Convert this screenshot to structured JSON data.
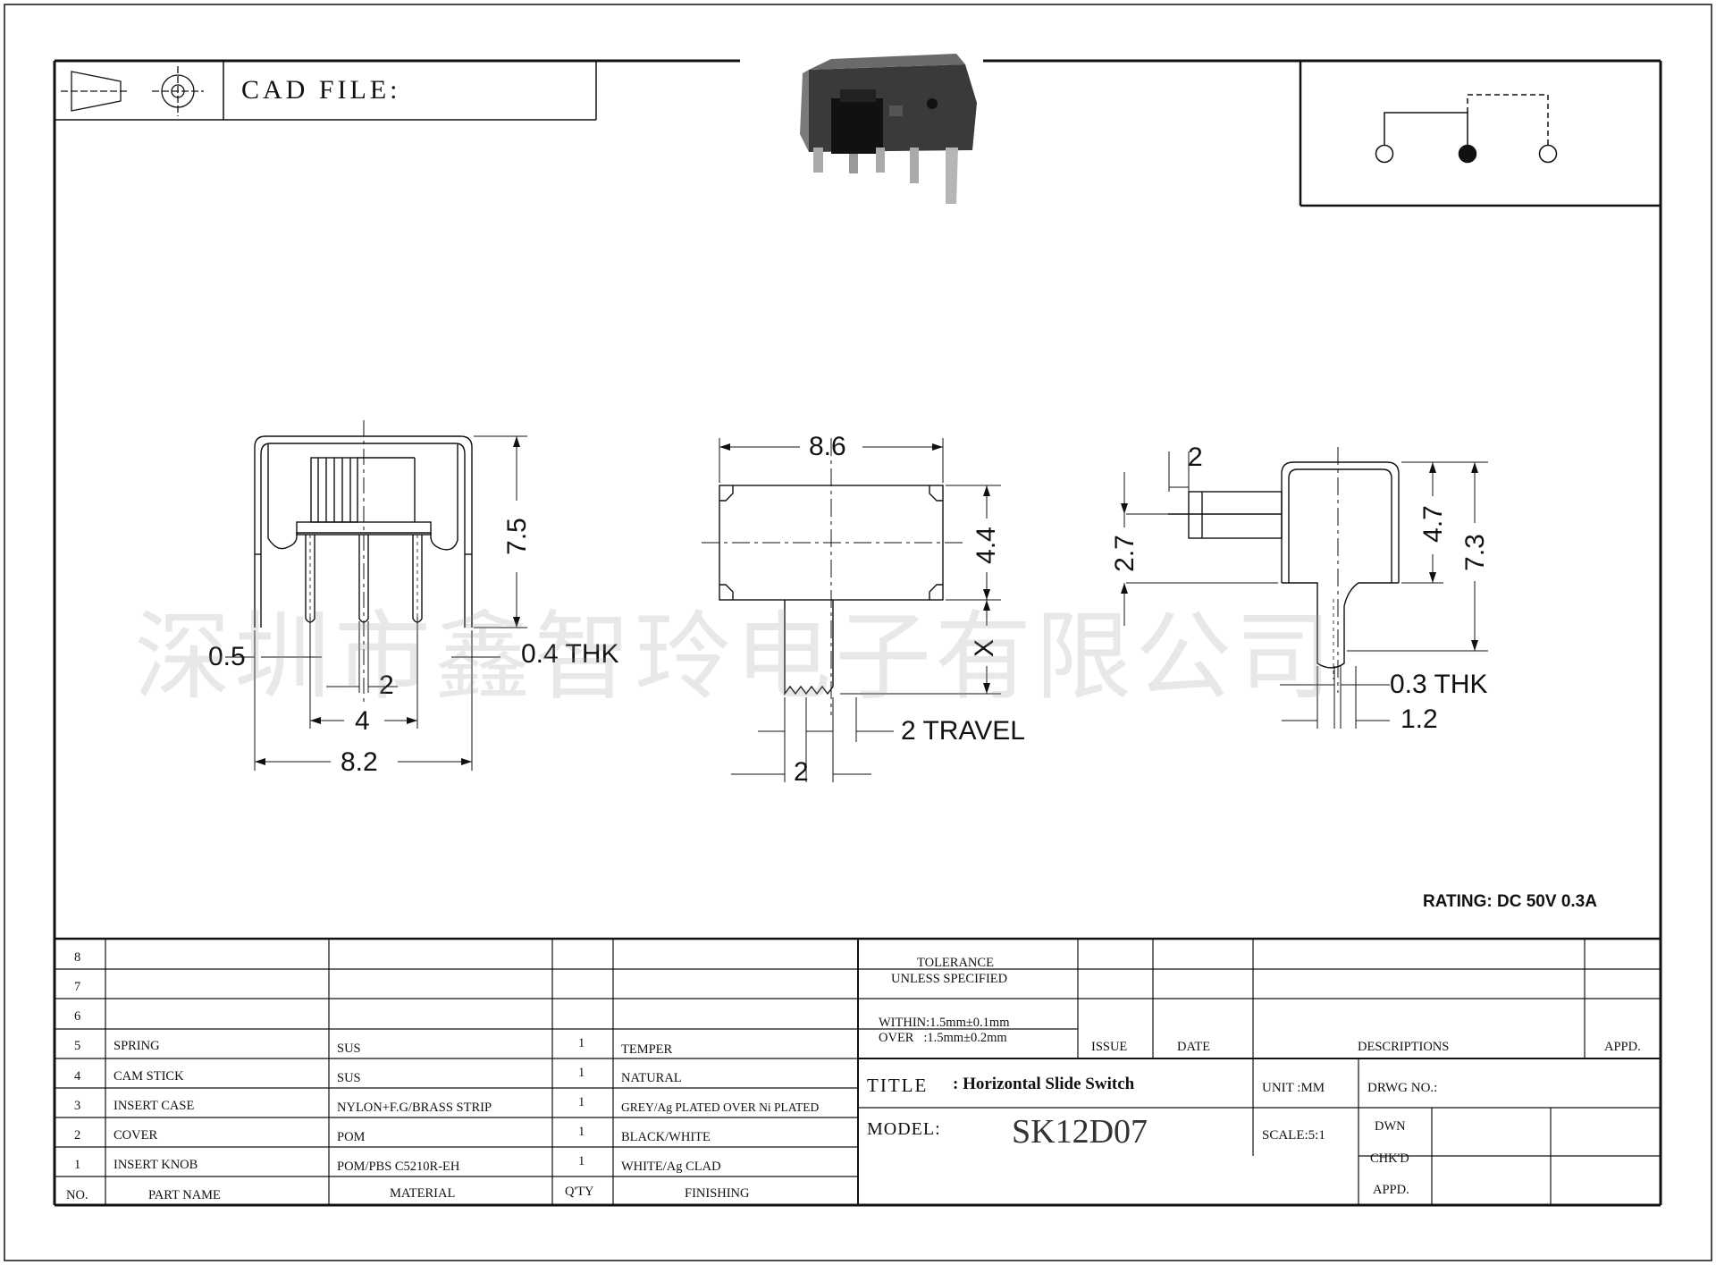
{
  "header": {
    "cad_file_label": "CAD FILE:"
  },
  "dimensions": {
    "front_view": {
      "d1": "0.5",
      "d2": "0.4 THK",
      "d3": "2",
      "d4": "4",
      "d5": "8.2",
      "d6": "7.5"
    },
    "top_view": {
      "d1": "8.6",
      "d2": "4.4",
      "d3": "X",
      "d4": "2 TRAVEL",
      "d5": "2"
    },
    "side_view": {
      "d1": "2",
      "d2": "2.7",
      "d3": "4.7",
      "d4": "7.3",
      "d5": "0.3 THK",
      "d6": "1.2"
    }
  },
  "watermark": "深圳市鑫智玲电子有限公司",
  "rating": "RATING: DC 50V 0.3A",
  "bom": {
    "rows": [
      {
        "no": "8",
        "part": "",
        "material": "",
        "qty": "",
        "finishing": ""
      },
      {
        "no": "7",
        "part": "",
        "material": "",
        "qty": "",
        "finishing": ""
      },
      {
        "no": "6",
        "part": "",
        "material": "",
        "qty": "",
        "finishing": ""
      },
      {
        "no": "5",
        "part": "SPRING",
        "material": "SUS",
        "qty": "1",
        "finishing": "TEMPER"
      },
      {
        "no": "4",
        "part": "CAM  STICK",
        "material": "SUS",
        "qty": "1",
        "finishing": "NATURAL"
      },
      {
        "no": "3",
        "part": "INSERT CASE",
        "material": "NYLON+F.G/BRASS STRIP",
        "qty": "1",
        "finishing": "GREY/Ag PLATED OVER Ni PLATED"
      },
      {
        "no": "2",
        "part": "COVER",
        "material": "POM",
        "qty": "1",
        "finishing": "BLACK/WHITE"
      },
      {
        "no": "1",
        "part": "INSERT KNOB",
        "material": "POM/PBS C5210R-EH",
        "qty": "1",
        "finishing": "WHITE/Ag CLAD"
      }
    ],
    "headers": {
      "no": "NO.",
      "part": "PART    NAME",
      "material": "MATERIAL",
      "qty": "Q'TY",
      "finishing": "FINISHING"
    }
  },
  "tolerance": {
    "line1": "TOLERANCE",
    "line2": "UNLESS  SPECIFIED",
    "within": "WITHIN:1.5mm±0.1mm",
    "over": "OVER   :1.5mm±0.2mm"
  },
  "revision": {
    "issue": "ISSUE",
    "date": "DATE",
    "descriptions": "DESCRIPTIONS",
    "appd": "APPD."
  },
  "title_block": {
    "title_label": "TITLE",
    "title_value": ": Horizontal Slide Switch",
    "unit": "UNIT :MM",
    "drwg_no": "DRWG  NO.:",
    "model_label": "MODEL:",
    "model_value": "SK12D07",
    "scale": "SCALE:5:1",
    "dwn": "DWN",
    "chkd": "CHK'D",
    "appd": "APPD."
  }
}
